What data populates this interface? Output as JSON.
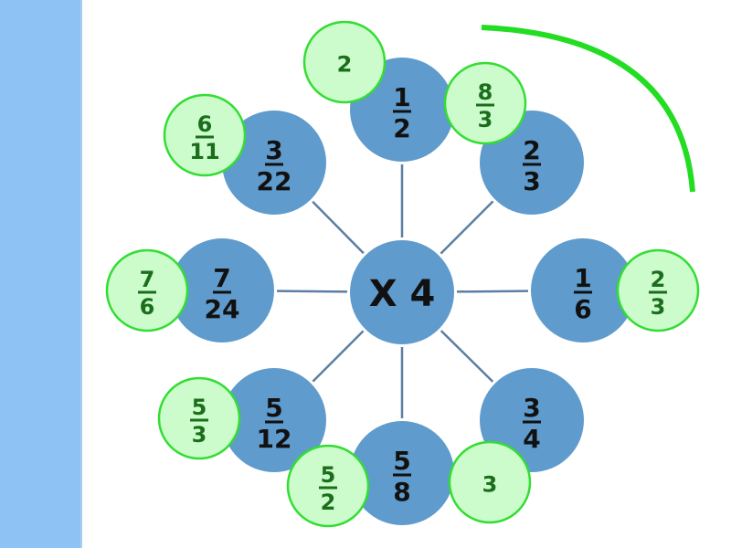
{
  "center": {
    "label": "X 4"
  },
  "colors": {
    "blue_circle": "#5f9bcc",
    "green_fill": "#ccfccc",
    "green_stroke": "#33dd33",
    "green_text": "#1b6e1b",
    "arc": "#22dd22",
    "sidebar": "#8ec2f5"
  },
  "outer": [
    {
      "num": "1",
      "den": "2"
    },
    {
      "num": "2",
      "den": "3"
    },
    {
      "num": "1",
      "den": "6"
    },
    {
      "num": "3",
      "den": "4"
    },
    {
      "num": "5",
      "den": "8"
    },
    {
      "num": "5",
      "den": "12"
    },
    {
      "num": "7",
      "den": "24"
    },
    {
      "num": "3",
      "den": "22"
    }
  ],
  "answers": [
    {
      "num": "2",
      "den": ""
    },
    {
      "num": "8",
      "den": "3"
    },
    {
      "num": "2",
      "den": "3"
    },
    {
      "num": "3",
      "den": ""
    },
    {
      "num": "5",
      "den": "2"
    },
    {
      "num": "5",
      "den": "3"
    },
    {
      "num": "7",
      "den": "6"
    },
    {
      "num": "6",
      "den": "11"
    }
  ]
}
